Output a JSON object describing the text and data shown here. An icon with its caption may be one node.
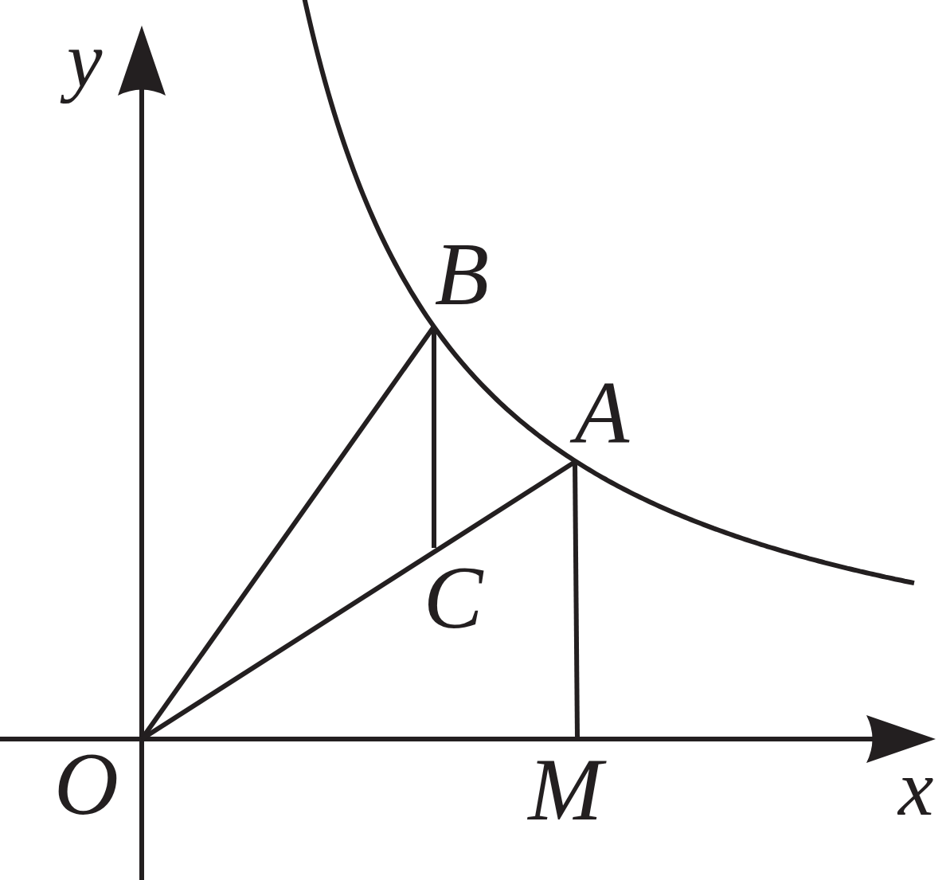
{
  "diagram": {
    "nodes": [
      {
        "text": [
          "O"
        ]
      },
      {
        "text": [
          "B"
        ]
      },
      {
        "text": [
          "A"
        ]
      },
      {
        "text": [
          "C"
        ]
      },
      {
        "text": [
          "M"
        ]
      }
    ],
    "edges": [
      {
        "from": 0,
        "to": 1,
        "arrow": "none"
      },
      {
        "from": 0,
        "to": 2,
        "arrow": "none"
      },
      {
        "from": 1,
        "to": 3,
        "arrow": "none"
      },
      {
        "from": 2,
        "to": 4,
        "arrow": "none"
      }
    ],
    "labels": [
      "y",
      "x"
    ]
  }
}
